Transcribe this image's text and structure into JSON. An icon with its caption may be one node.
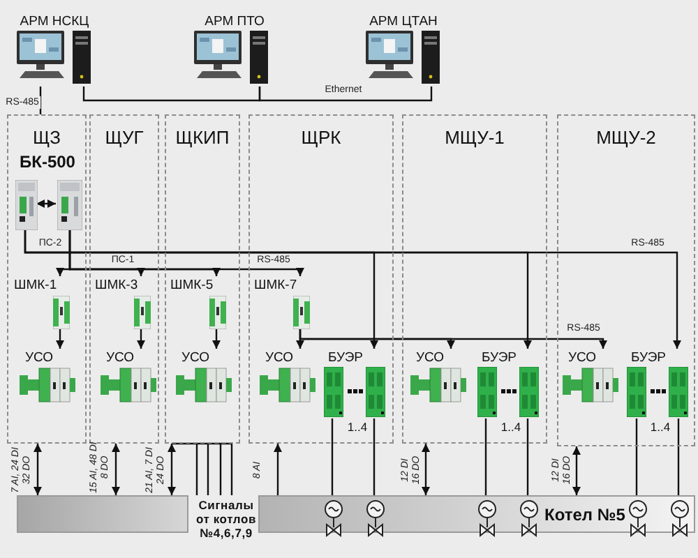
{
  "diagram": {
    "nodes": [
      {
        "text": [
          "АРМ НСКЦ"
        ]
      },
      {
        "text": [
          "АРМ ПТО"
        ]
      },
      {
        "text": [
          "АРМ ЦТАН"
        ]
      },
      {
        "text": [
          "ЩЗ"
        ]
      },
      {
        "text": [
          "ЩУГ"
        ]
      },
      {
        "text": [
          "ЩКИП"
        ]
      },
      {
        "text": [
          "ЩРК"
        ]
      },
      {
        "text": [
          "МЩУ-1"
        ]
      },
      {
        "text": [
          "МЩУ-2"
        ]
      },
      {
        "text": [],
        "shape": "picture",
        "in": 3
      },
      {
        "text": [],
        "shape": "picture",
        "in": 3
      },
      {
        "text": [
          "ШМК-1"
        ],
        "in": 3
      },
      {
        "text": [
          "УСО"
        ],
        "in": 3
      },
      {
        "text": [
          "ШМК-3"
        ],
        "in": 4
      },
      {
        "text": [
          "УСО"
        ],
        "in": 4
      },
      {
        "text": [
          "ШМК-5"
        ],
        "in": 5
      },
      {
        "text": [
          "УСО"
        ],
        "in": 5
      },
      {
        "text": [
          "ШМК-7"
        ],
        "in": 6
      },
      {
        "text": [
          "УСО"
        ],
        "in": 6
      },
      {
        "text": [
          "БУЭР"
        ],
        "beside": [
          "1..4"
        ],
        "in": 6
      },
      {
        "text": [
          "УСО"
        ],
        "in": 7
      },
      {
        "text": [
          "БУЭР"
        ],
        "beside": [
          "1..4"
        ],
        "in": 7
      },
      {
        "text": [
          "УСО"
        ],
        "in": 8
      },
      {
        "text": [
          "БУЭР"
        ],
        "beside": [
          "1..4"
        ],
        "in": 8
      },
      {
        "text": [],
        "shape": "bar",
        "beside": [
          "Сигналы от котлов №4,6,7,9"
        ]
      },
      {
        "text": [
          "Котел №5"
        ]
      },
      {
        "text": [],
        "shape": "picture",
        "in": 25
      },
      {
        "text": [],
        "shape": "picture",
        "in": 25
      },
      {
        "text": [],
        "shape": "picture",
        "in": 25
      },
      {
        "text": [],
        "shape": "picture",
        "in": 25
      },
      {
        "text": [],
        "shape": "picture",
        "in": 25
      },
      {
        "text": [],
        "shape": "picture",
        "in": 25
      }
    ],
    "edges": [
      {
        "from": 0,
        "to": 1,
        "arrow": "none"
      },
      {
        "from": 1,
        "to": 2,
        "arrow": "none",
        "label": "Ethernet"
      },
      {
        "from": 0,
        "to": 3,
        "arrow": "none",
        "label": "RS-485"
      },
      {
        "from": 9,
        "to": 10,
        "arrow": "both"
      },
      {
        "from": 10,
        "to": 11,
        "arrow": "to"
      },
      {
        "from": 10,
        "to": 13,
        "arrow": "to",
        "label": "ПС-1"
      },
      {
        "from": 10,
        "to": 15,
        "arrow": "to"
      },
      {
        "from": 10,
        "to": 17,
        "arrow": "to",
        "label": "RS-485"
      },
      {
        "from": 9,
        "to": 19,
        "arrow": "to",
        "label": "ПС-2"
      },
      {
        "from": 9,
        "to": 21,
        "arrow": "to"
      },
      {
        "from": 9,
        "to": 23,
        "arrow": "to",
        "label": "RS-485"
      },
      {
        "from": 11,
        "to": 12,
        "arrow": "to"
      },
      {
        "from": 13,
        "to": 14,
        "arrow": "to"
      },
      {
        "from": 15,
        "to": 16,
        "arrow": "to"
      },
      {
        "from": 17,
        "to": 18,
        "arrow": "to"
      },
      {
        "from": 17,
        "to": 20,
        "arrow": "to"
      },
      {
        "from": 17,
        "to": 22,
        "arrow": "to",
        "label": "RS-485"
      },
      {
        "from": 3,
        "to": 24,
        "arrow": "both",
        "label": "7 AI, 24 DI 32 DO"
      },
      {
        "from": 4,
        "to": 24,
        "arrow": "both",
        "label": "15 AI, 48 DI 8 DO"
      },
      {
        "from": 5,
        "to": 24,
        "arrow": "both",
        "label": "21 AI, 7 DI 24 DO"
      },
      {
        "from": 25,
        "to": 6,
        "arrow": "to",
        "label": "8 AI"
      },
      {
        "from": 7,
        "to": 25,
        "arrow": "both",
        "label": "12 DI 16 DO"
      },
      {
        "from": 8,
        "to": 25,
        "arrow": "both",
        "label": "12 DI 16 DO"
      },
      {
        "from": 24,
        "to": 5,
        "arrow": "none"
      },
      {
        "from": 19,
        "to": 26,
        "arrow": "none"
      },
      {
        "from": 19,
        "to": 27,
        "arrow": "none"
      },
      {
        "from": 21,
        "to": 28,
        "arrow": "none"
      },
      {
        "from": 21,
        "to": 29,
        "arrow": "none"
      },
      {
        "from": 23,
        "to": 30,
        "arrow": "none"
      },
      {
        "from": 23,
        "to": 31,
        "arrow": "none"
      }
    ],
    "labels": [
      "БК-500"
    ]
  }
}
